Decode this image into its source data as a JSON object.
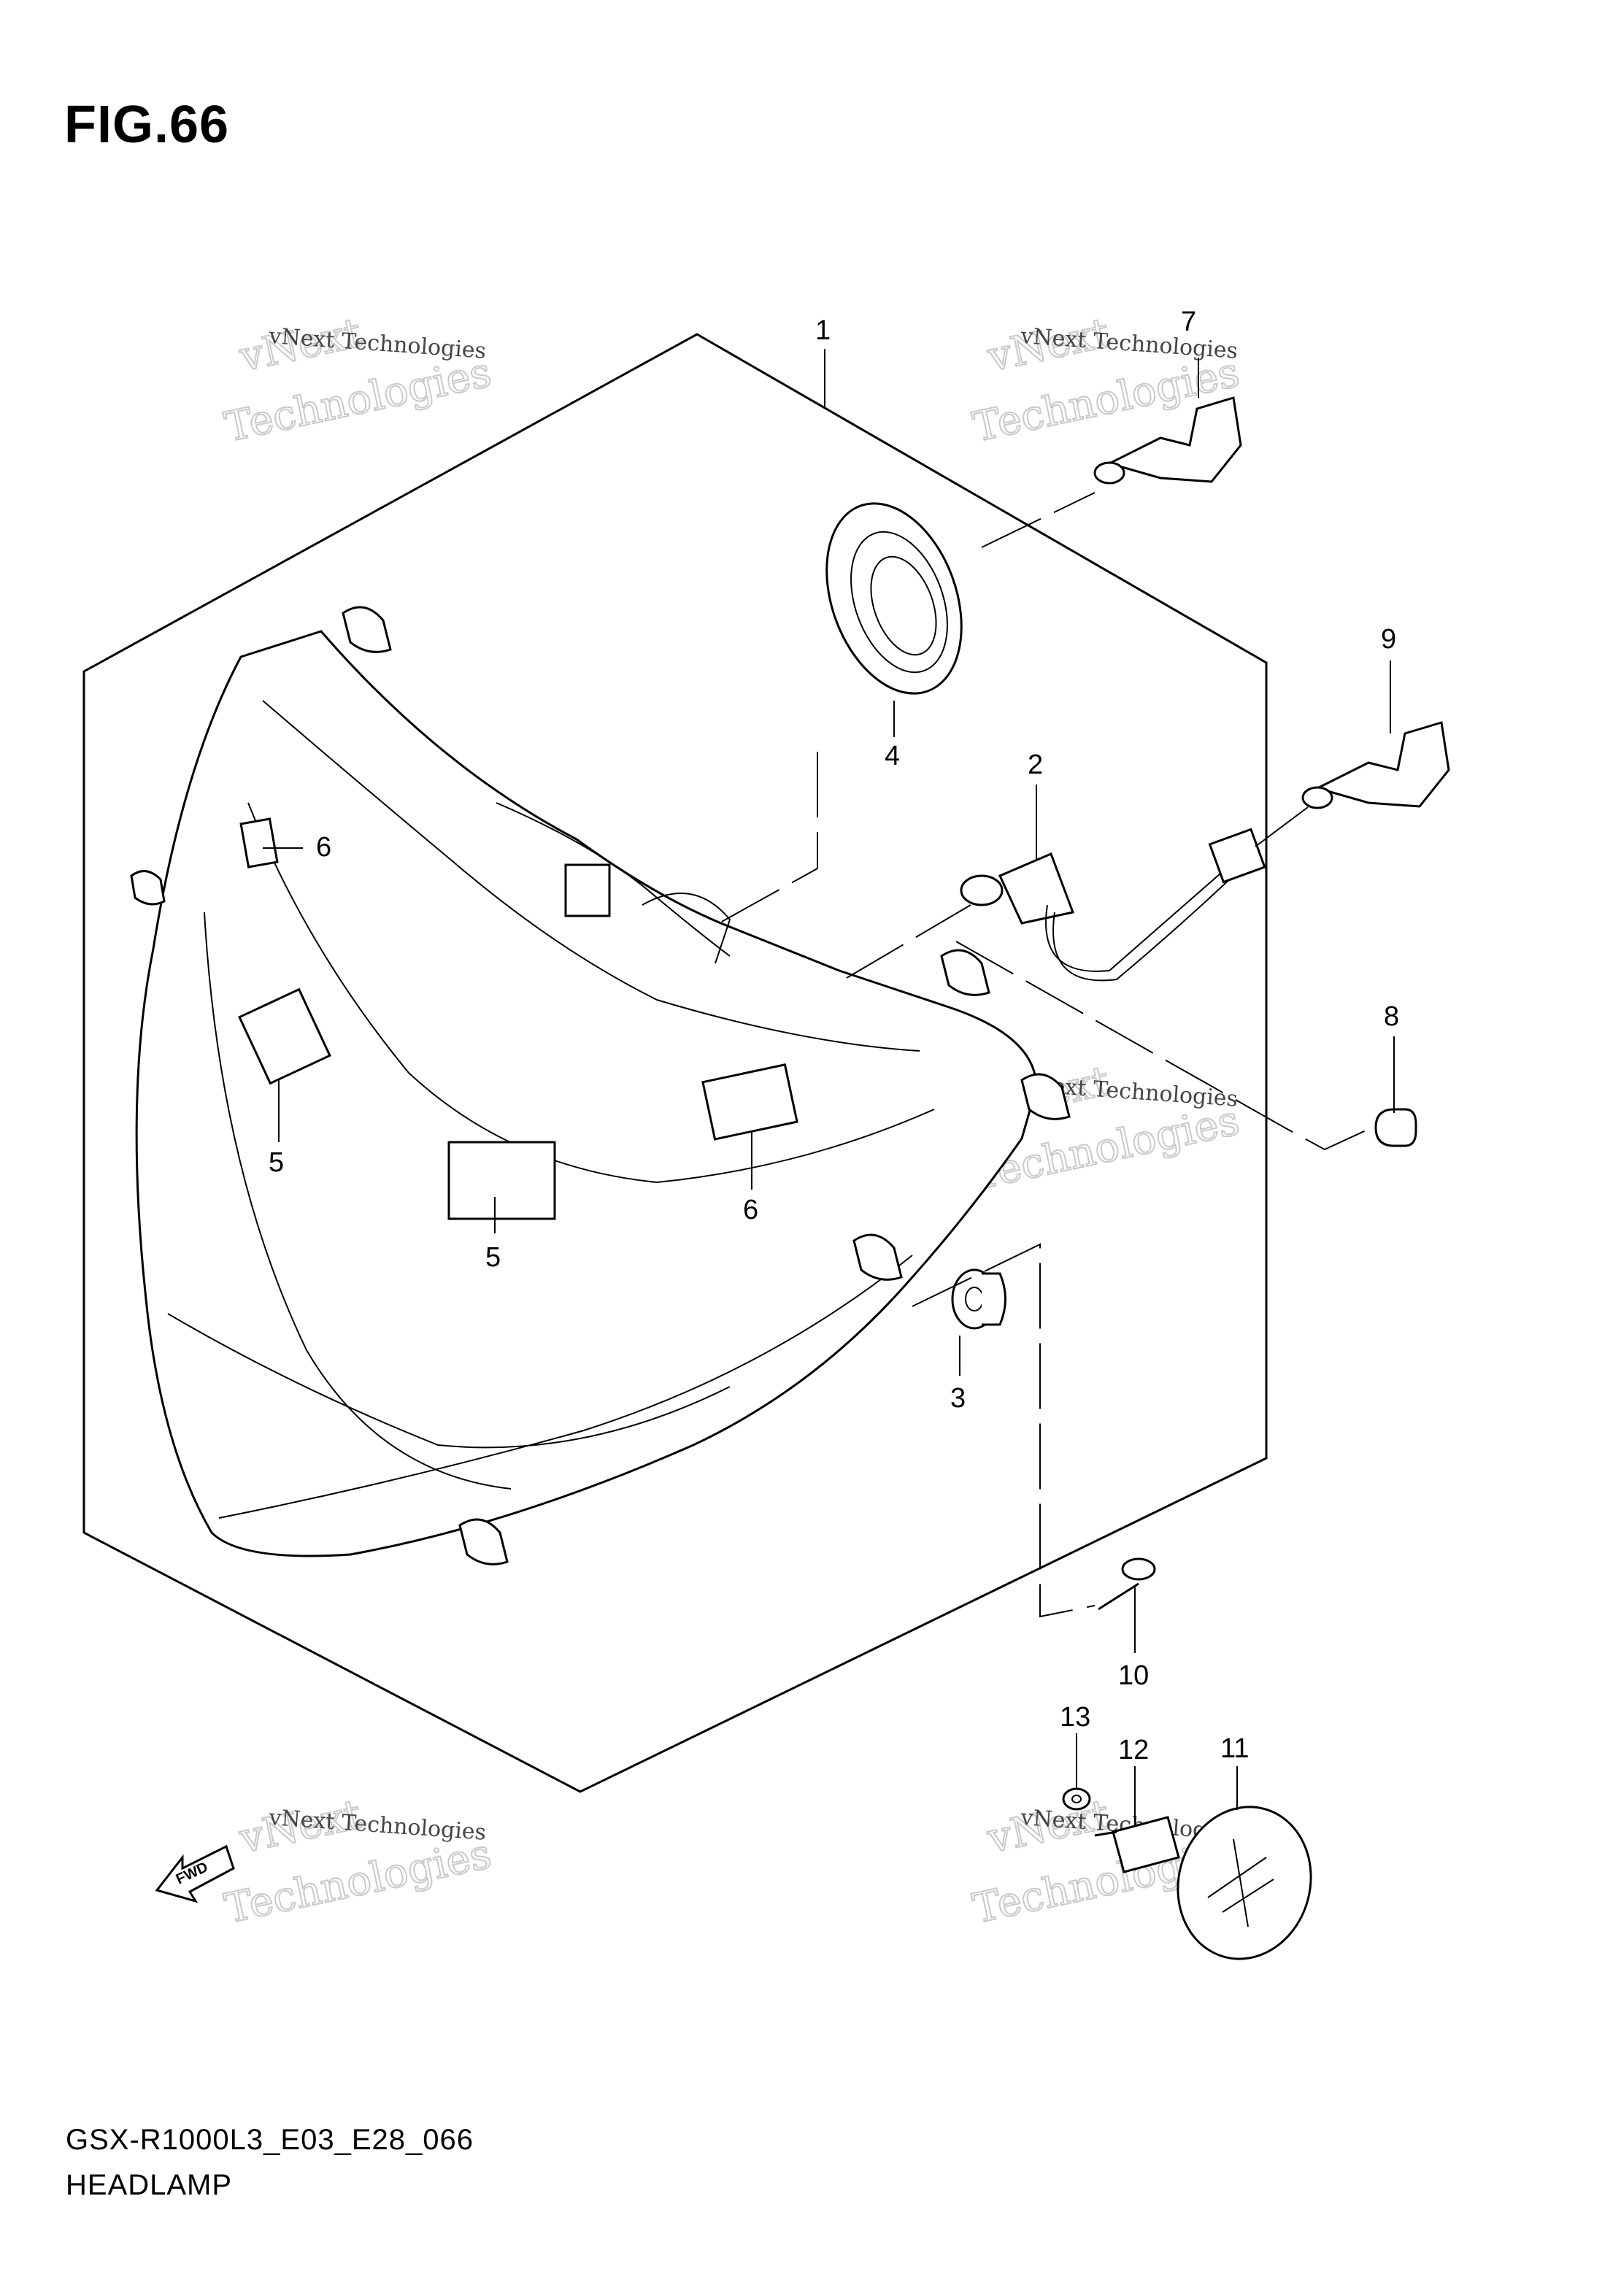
{
  "figure": {
    "title": "FIG.66"
  },
  "footer": {
    "code": "GSX-R1000L3_E03_E28_066",
    "name": "HEADLAMP"
  },
  "badge": {
    "fwd_label": "FWD"
  },
  "watermark": {
    "line1": "vNext Technologies",
    "line2": "vNext",
    "line3": "Technologies"
  },
  "callouts": {
    "c1": "1",
    "c2": "2",
    "c3": "3",
    "c4": "4",
    "c5a": "5",
    "c5b": "5",
    "c6a": "6",
    "c6b": "6",
    "c7": "7",
    "c8": "8",
    "c9": "9",
    "c10": "10",
    "c11": "11",
    "c12": "12",
    "c13": "13"
  }
}
